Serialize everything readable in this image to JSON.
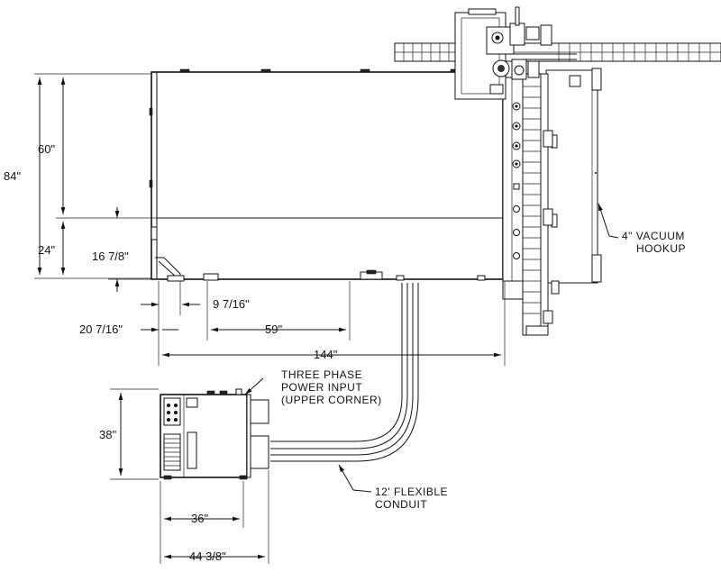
{
  "dimensions": {
    "d84": "84\"",
    "d60": "60\"",
    "d24": "24\"",
    "d16_7_8": "16 7/8\"",
    "d9_7_16": "9 7/16\"",
    "d20_7_16": "20 7/16\"",
    "d59": "59\"",
    "d144": "144\"",
    "d38": "38\"",
    "d36": "36\"",
    "d44_3_8": "44 3/8\""
  },
  "notes": {
    "vacuum_line1": "4\" VACUUM",
    "vacuum_line2": "HOOKUP",
    "power_line1": "THREE PHASE",
    "power_line2": "POWER INPUT",
    "power_line3": "(UPPER CORNER)",
    "conduit_line1": "12' FLEXIBLE",
    "conduit_line2": "CONDUIT"
  }
}
